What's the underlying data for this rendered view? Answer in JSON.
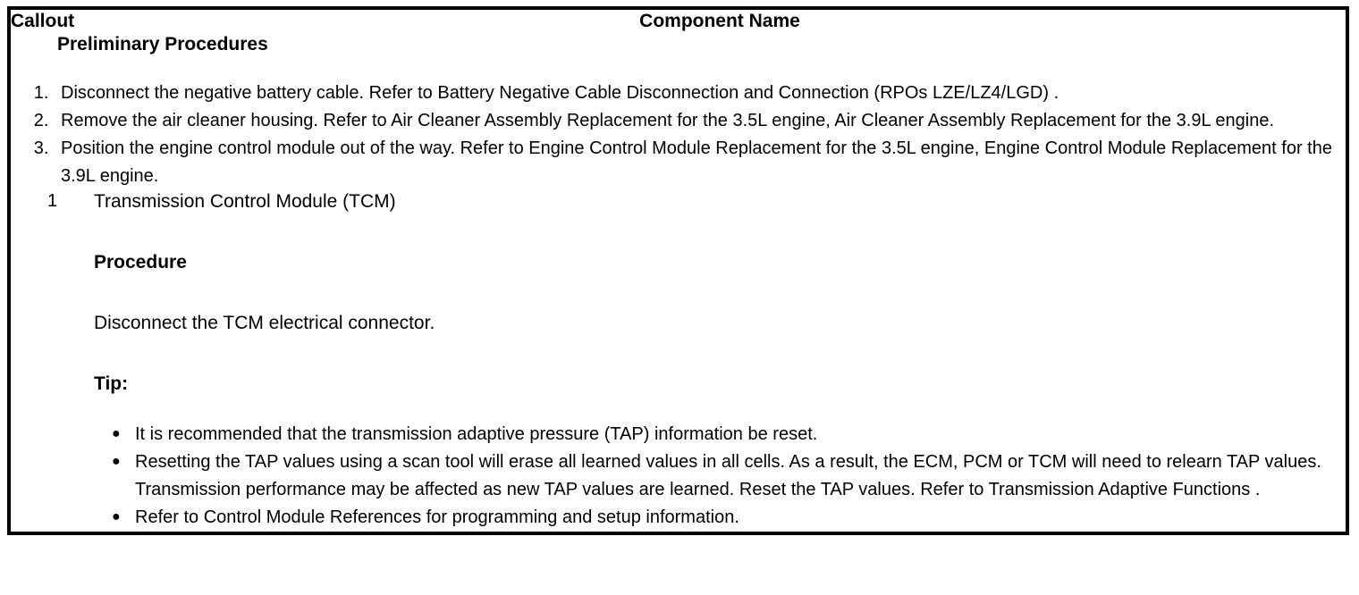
{
  "table": {
    "headers": {
      "callout": "Callout",
      "component_name": "Component Name"
    },
    "preliminary": {
      "title": "Preliminary Procedures",
      "steps": [
        "Disconnect the negative battery cable. Refer to Battery Negative Cable Disconnection and Connection (RPOs LZE/LZ4/LGD) .",
        "Remove the air cleaner housing. Refer to Air Cleaner Assembly Replacement for the 3.5L engine, Air Cleaner Assembly Replacement for the 3.9L engine.",
        "Position the engine control module out of the way. Refer to Engine Control Module Replacement for the 3.5L engine, Engine Control Module Replacement for the 3.9L engine."
      ]
    },
    "rows": [
      {
        "callout": "1",
        "component": "Transmission Control Module (TCM)",
        "procedure_heading": "Procedure",
        "procedure_text": "Disconnect the TCM electrical connector.",
        "tip_heading": "Tip:",
        "tip_items": [
          "It is recommended that the transmission adaptive pressure (TAP) information be reset.",
          "Resetting the TAP values using a scan tool will erase all learned values in all cells. As a result, the ECM, PCM or TCM will need to relearn TAP values. Transmission performance may be affected as new TAP values are learned. Reset the TAP values. Refer to Transmission Adaptive Functions .",
          "Refer to Control Module References for programming and setup information."
        ]
      }
    ]
  }
}
